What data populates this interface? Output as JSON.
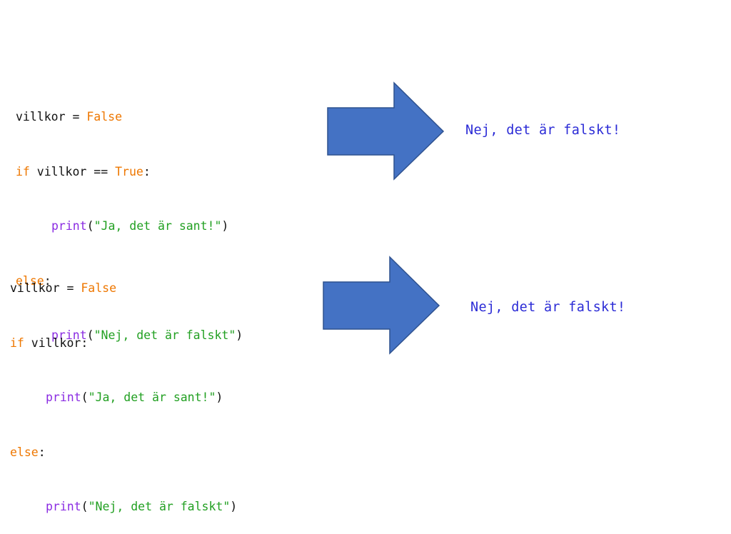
{
  "colors": {
    "keyword": "#ee7700",
    "builtin": "#8a2be2",
    "string": "#22a022",
    "plain": "#111111",
    "output": "#2b2bd6",
    "arrow_fill": "#4472c4",
    "arrow_stroke": "#2f528f"
  },
  "example1": {
    "code": {
      "l1_var": "villkor = ",
      "l1_val": "False",
      "l2_kw": "if",
      "l2_mid": " villkor == ",
      "l2_val": "True",
      "l2_end": ":",
      "l3_fn": "print",
      "l3_open": "(",
      "l3_str": "\"Ja, det är sant!\"",
      "l3_close": ")",
      "l4_kw": "else",
      "l4_end": ":",
      "l5_fn": "print",
      "l5_open": "(",
      "l5_str": "\"Nej, det är falskt\"",
      "l5_close": ")"
    },
    "arrow_icon": "right-block-arrow",
    "output": "Nej, det är falskt!"
  },
  "example2": {
    "code": {
      "l1_var": "villkor = ",
      "l1_val": "False",
      "l2_kw": "if",
      "l2_mid": " villkor:",
      "l3_fn": "print",
      "l3_open": "(",
      "l3_str": "\"Ja, det är sant!\"",
      "l3_close": ")",
      "l4_kw": "else",
      "l4_end": ":",
      "l5_fn": "print",
      "l5_open": "(",
      "l5_str": "\"Nej, det är falskt\"",
      "l5_close": ")"
    },
    "arrow_icon": "right-block-arrow",
    "output": "Nej, det är falskt!"
  }
}
